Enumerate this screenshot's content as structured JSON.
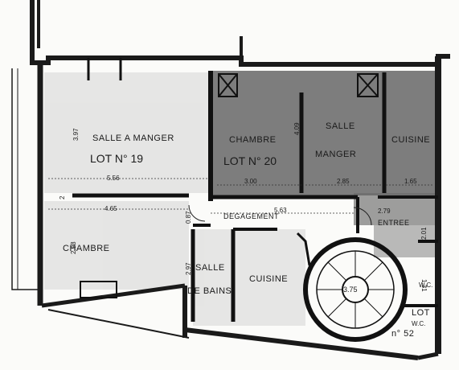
{
  "plan": {
    "rooms": {
      "salle_a_manger_19": "SALLE A MANGER",
      "chambre_19": "CHAMBRE",
      "salle_de_bains_1": "SALLE",
      "salle_de_bains_2": "DE BAINS",
      "cuisine_19": "CUISINE",
      "degagement": "DEGAGEMENT",
      "chambre_20": "CHAMBRE",
      "salle_a_manger_20_1": "SALLE",
      "salle_a_manger_20_2": "MANGER",
      "cuisine_20": "CUISINE",
      "entree": "ENTREE",
      "wc_a": "W.C.",
      "wc_b": "W.C."
    },
    "lots": {
      "lot_19": "LOT N° 19",
      "lot_20": "LOT N° 20",
      "lot_52_a": "LOT",
      "lot_52_b": "n° 52"
    },
    "dimensions": {
      "d_397": "3.97",
      "d_556": "5.56",
      "d_465": "4.65",
      "d_298": "2.98",
      "d_297": "2.97",
      "d_563": "5.63",
      "d_300": "3.00",
      "d_409": "4.09",
      "d_285": "2.85",
      "d_165": "1.65",
      "d_201": "2.01",
      "d_279": "2.79",
      "d_375": "3.75",
      "d_2": "2",
      "d_087": "0.87",
      "d_131": "1.31"
    }
  }
}
